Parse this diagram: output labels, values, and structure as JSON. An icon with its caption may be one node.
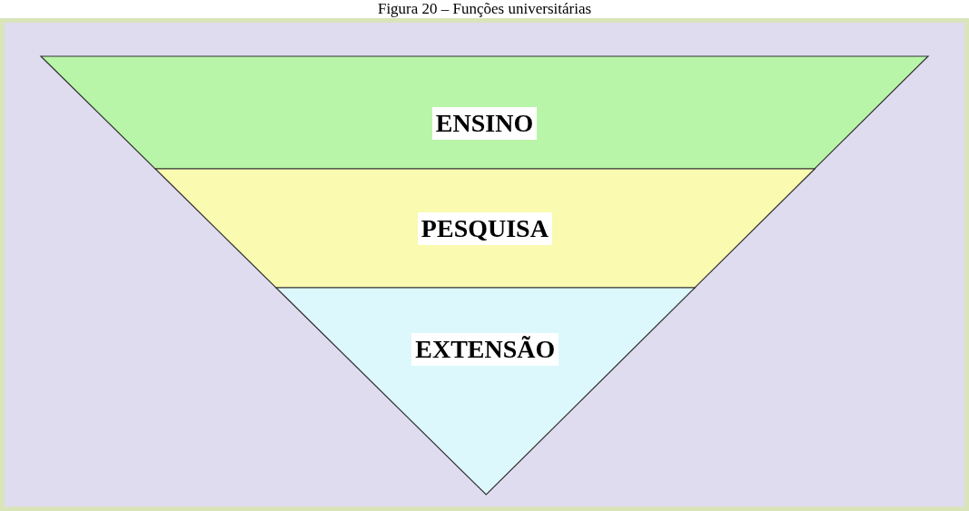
{
  "diagram": {
    "title": "Figura 20 – Funções universitárias",
    "nodes": [
      {
        "text": [
          "ENSINO"
        ]
      },
      {
        "text": [
          "PESQUISA"
        ]
      },
      {
        "text": [
          "EXTENSÃO"
        ]
      }
    ]
  }
}
